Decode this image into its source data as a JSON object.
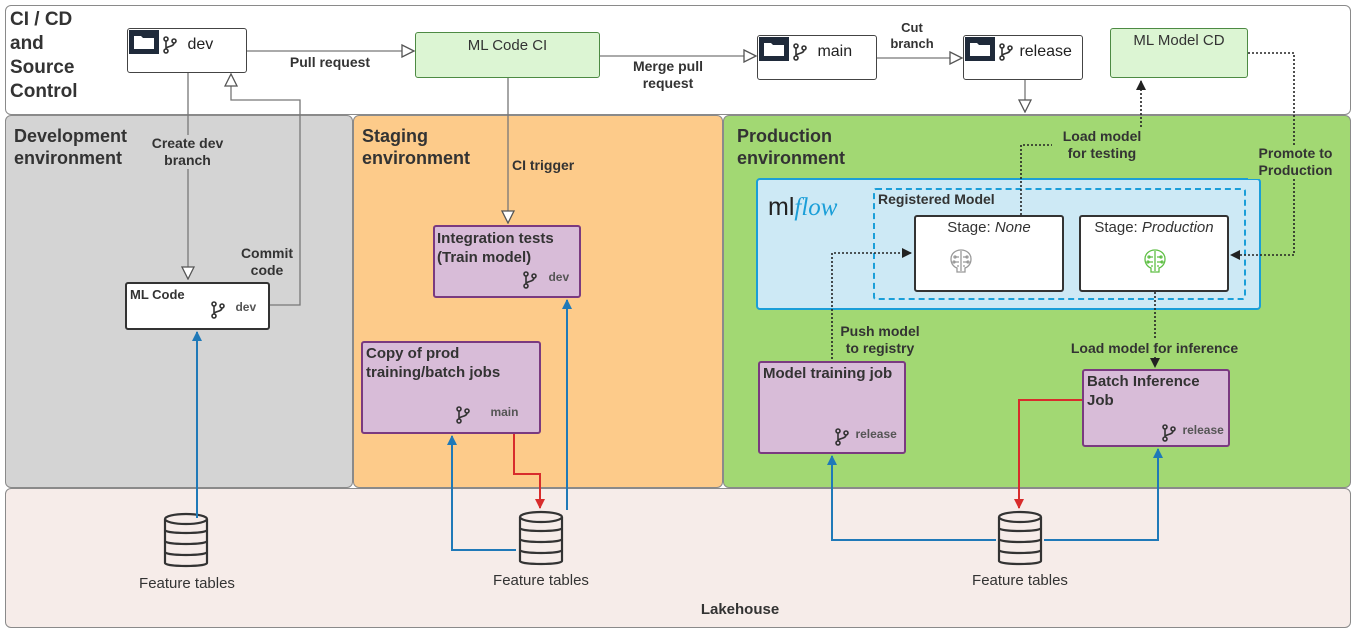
{
  "sections": {
    "cicd": "CI / CD and Source Control",
    "dev_env": "Development environment",
    "staging_env": "Staging environment",
    "prod_env": "Production environment",
    "lakehouse": "Lakehouse"
  },
  "repos": {
    "dev": "dev",
    "main": "main",
    "release": "release"
  },
  "ci": {
    "ml_code_ci": "ML Code CI",
    "ml_model_cd": "ML Model CD"
  },
  "edges": {
    "pull_request": "Pull request",
    "merge_pull_request": "Merge pull request",
    "cut_branch": "Cut branch",
    "create_dev_branch": "Create dev branch",
    "commit_code": "Commit code",
    "ci_trigger": "CI trigger",
    "load_model_testing": "Load model for testing",
    "promote_production": "Promote to Production",
    "push_model_registry": "Push model to registry",
    "load_model_inference": "Load model for inference"
  },
  "boxes": {
    "ml_code": "ML Code",
    "ml_code_branch": "dev",
    "integration_tests": "Integration tests (Train model)",
    "integration_branch": "dev",
    "copy_prod": "Copy of prod training/batch jobs",
    "copy_prod_branch": "main",
    "model_training": "Model training job",
    "model_training_branch": "release",
    "batch_inference": "Batch Inference Job",
    "batch_inference_branch": "release"
  },
  "mlflow": {
    "logo_ml": "ml",
    "logo_flow": "flow",
    "registered_model": "Registered Model",
    "stage_prefix": "Stage:",
    "stage_none": "None",
    "stage_production": "Production"
  },
  "feature_tables": "Feature tables",
  "colors": {
    "dev_bg": "#d4d4d4",
    "staging_bg": "#fdcb8a",
    "prod_bg": "#a2d873",
    "lakehouse_bg": "#f6ece9",
    "blue_arrow": "#1f79b8",
    "red_arrow": "#d82c2c",
    "mlflow_blue": "#1a9ed8"
  }
}
